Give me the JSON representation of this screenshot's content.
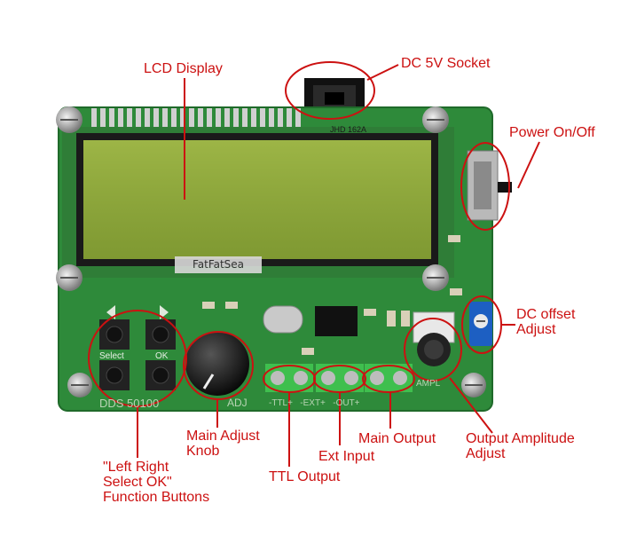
{
  "labels": {
    "lcd_display": "LCD Display",
    "dc_socket": "DC 5V Socket",
    "power": "Power On/Off",
    "dc_offset": "DC offset\nAdjust",
    "output_amplitude": "Output Amplitude\nAdjust",
    "main_output": "Main Output",
    "ext_input": "Ext Input",
    "ttl_output": "TTL Output",
    "main_adjust": "Main Adjust\nKnob",
    "function_buttons": "\"Left Right\nSelect OK\"\nFunction Buttons"
  },
  "board_text": {
    "watermark": "FatFatSea",
    "lcd_model": "JHD 162A",
    "model": "DDS 50100",
    "adj": "ADJ",
    "select": "Select",
    "ok": "OK",
    "ampl": "AMPL",
    "terminals": "-TTL+   -EXT+   -OUT+"
  },
  "colors": {
    "annotation": "#cc1111",
    "pcb": "#2e8a3a",
    "lcd": "#8fa83a"
  }
}
